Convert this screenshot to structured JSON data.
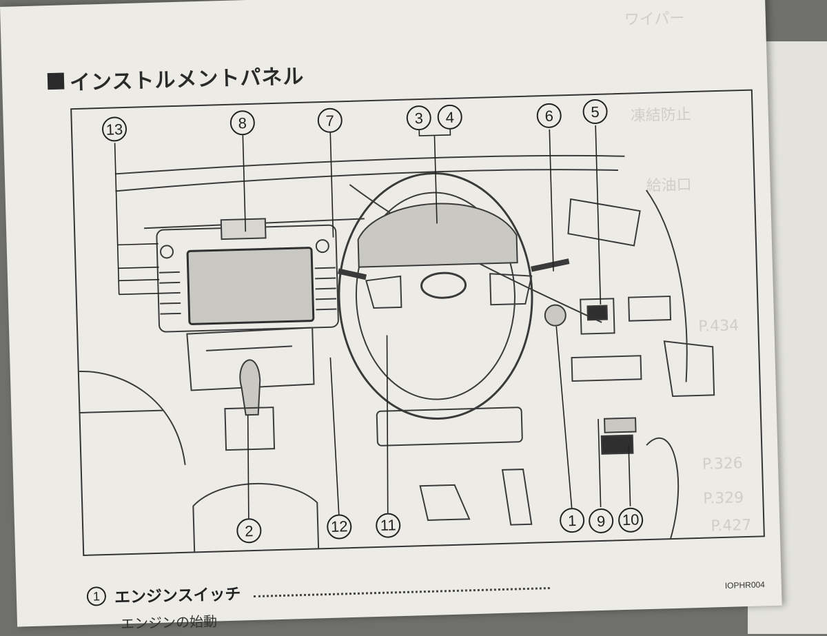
{
  "section_title": "インストルメントパネル",
  "figure_code": "IOPHR004",
  "callouts": [
    {
      "id": "callout-1",
      "label": "1"
    },
    {
      "id": "callout-2",
      "label": "2"
    },
    {
      "id": "callout-3",
      "label": "3"
    },
    {
      "id": "callout-4",
      "label": "4"
    },
    {
      "id": "callout-5",
      "label": "5"
    },
    {
      "id": "callout-6",
      "label": "6"
    },
    {
      "id": "callout-7",
      "label": "7"
    },
    {
      "id": "callout-8",
      "label": "8"
    },
    {
      "id": "callout-9",
      "label": "9"
    },
    {
      "id": "callout-10",
      "label": "10"
    },
    {
      "id": "callout-11",
      "label": "11"
    },
    {
      "id": "callout-12",
      "label": "12"
    },
    {
      "id": "callout-13",
      "label": "13"
    }
  ],
  "legend": [
    {
      "number": "1",
      "label": "エンジンスイッチ"
    }
  ],
  "legend_next_partial": "エンジンの始動",
  "ghost_text": [
    "ワイパー",
    "凍結防止",
    "給油口",
    "P.434",
    "P.326",
    "P.329",
    "P.427"
  ]
}
